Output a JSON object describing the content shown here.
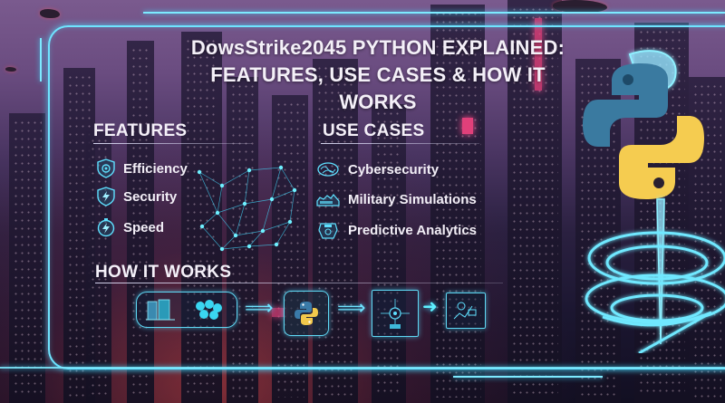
{
  "title": {
    "line1": "DowsStrike2045 PYTHON EXPLAINED:",
    "line2": "FEATURES, USE CASES & HOW IT WORKS"
  },
  "features": {
    "heading": "FEATURES",
    "items": [
      {
        "label": "Efficiency",
        "icon": "gear-shield-icon"
      },
      {
        "label": "Security",
        "icon": "lightning-shield-icon"
      },
      {
        "label": "Speed",
        "icon": "stopwatch-lightning-icon"
      }
    ]
  },
  "use_cases": {
    "heading": "USE CASES",
    "items": [
      {
        "label": "Cybersecurity",
        "icon": "network-brain-icon"
      },
      {
        "label": "Military Simulations",
        "icon": "tank-terrain-icon"
      },
      {
        "label": "Predictive Analytics",
        "icon": "brain-chart-icon"
      }
    ]
  },
  "how_it_works": {
    "heading": "HOW IT WORKS",
    "steps": [
      {
        "name": "data-input",
        "icon": "server-data-icon"
      },
      {
        "name": "python-processing",
        "icon": "python-logo-icon"
      },
      {
        "name": "analysis",
        "icon": "circuit-analysis-icon"
      },
      {
        "name": "output",
        "icon": "dashboard-monitor-icon"
      }
    ]
  },
  "colors": {
    "neon": "#6fe4ff",
    "python_blue": "#3a7aa8",
    "python_yellow": "#f2c94c",
    "sky": "#7a5a8e",
    "text": "#f4f0f8"
  }
}
